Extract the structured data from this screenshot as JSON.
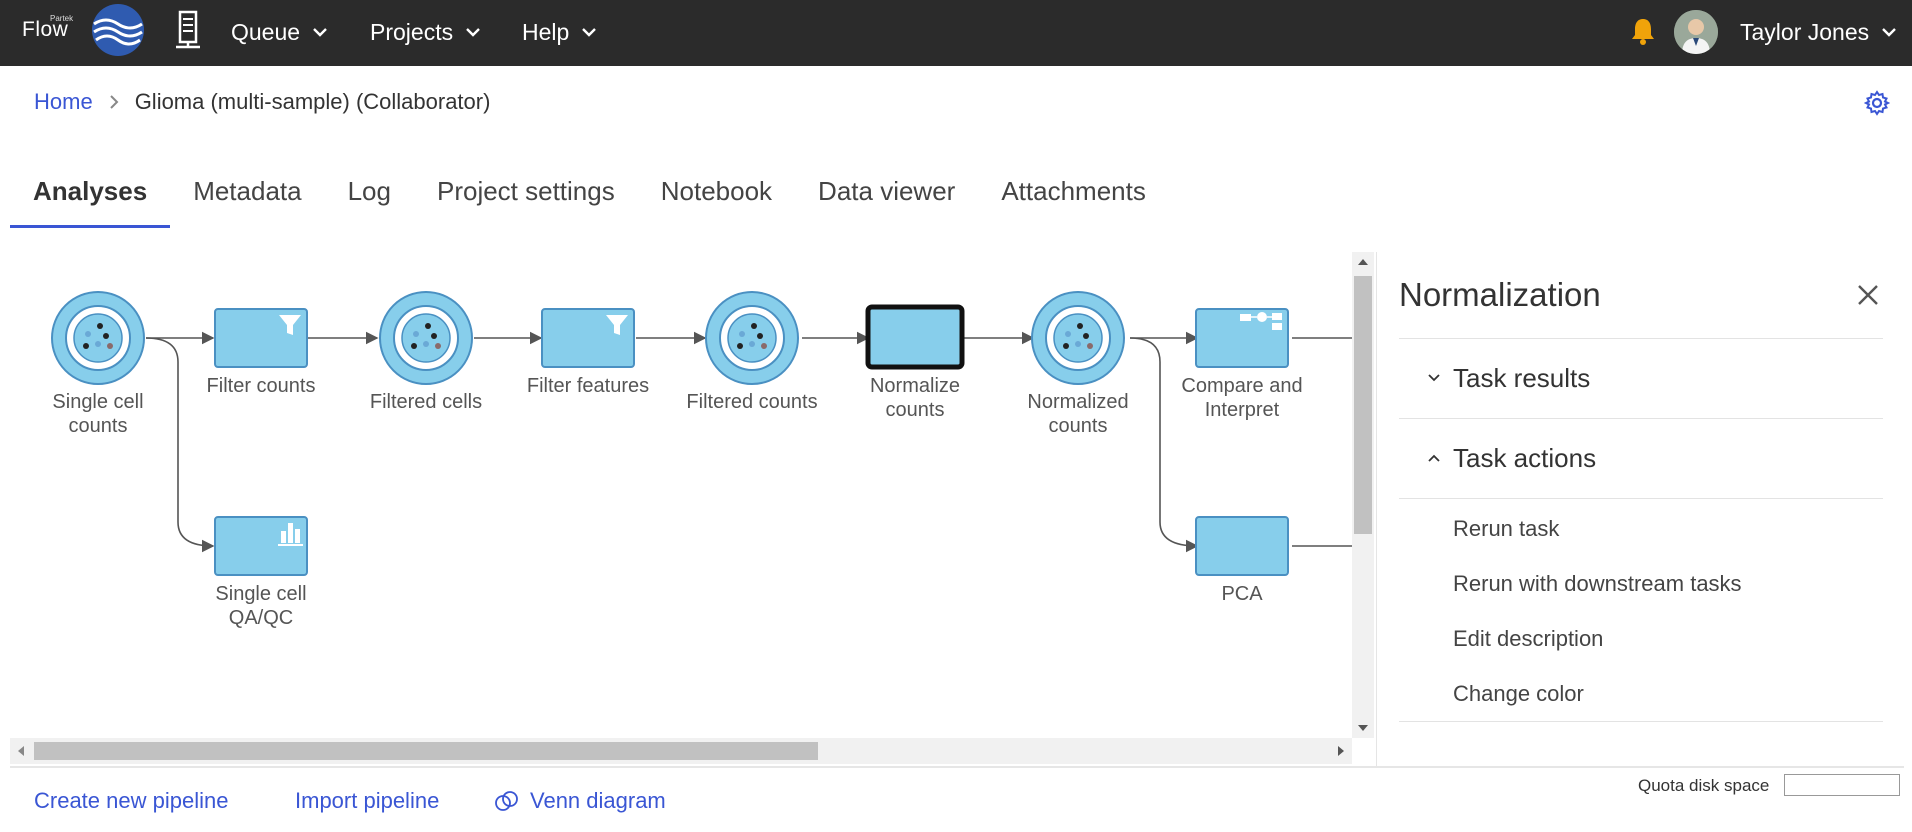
{
  "app": {
    "brand_small": "Partek",
    "brand": "Flow"
  },
  "nav": {
    "queue": "Queue",
    "projects": "Projects",
    "help": "Help",
    "user": "Taylor Jones"
  },
  "breadcrumb": {
    "home": "Home",
    "current": "Glioma (multi-sample) (Collaborator)"
  },
  "tabs": [
    {
      "label": "Analyses",
      "active": true
    },
    {
      "label": "Metadata"
    },
    {
      "label": "Log"
    },
    {
      "label": "Project settings"
    },
    {
      "label": "Notebook"
    },
    {
      "label": "Data viewer"
    },
    {
      "label": "Attachments"
    }
  ],
  "pipeline": {
    "nodes": [
      {
        "type": "data",
        "label_lines": [
          "Single cell",
          "counts"
        ]
      },
      {
        "type": "task",
        "icon": "filter-icon",
        "label_lines": [
          "Filter counts"
        ]
      },
      {
        "type": "data",
        "label_lines": [
          "Filtered cells"
        ]
      },
      {
        "type": "task",
        "icon": "filter-icon",
        "label_lines": [
          "Filter features"
        ]
      },
      {
        "type": "data",
        "label_lines": [
          "Filtered counts"
        ]
      },
      {
        "type": "task",
        "selected": true,
        "label_lines": [
          "Normalize",
          "counts"
        ]
      },
      {
        "type": "data",
        "label_lines": [
          "Normalized",
          "counts"
        ]
      },
      {
        "type": "task",
        "icon": "compare-icon",
        "label_lines": [
          "Compare and",
          "Interpret"
        ]
      },
      {
        "type": "task",
        "icon": "bar-chart-icon",
        "label_lines": [
          "Single cell",
          "QA/QC"
        ]
      },
      {
        "type": "task",
        "label_lines": [
          "PCA"
        ]
      }
    ],
    "colors": {
      "node_fill": "#87ceeb",
      "node_stroke": "#4a90c2",
      "edge": "#555555",
      "selected_border": "#111111"
    }
  },
  "panel": {
    "title": "Normalization",
    "sections": [
      {
        "label": "Task results",
        "expanded": false
      },
      {
        "label": "Task actions",
        "expanded": true
      }
    ],
    "actions": [
      "Rerun task",
      "Rerun with downstream tasks",
      "Edit description",
      "Change color"
    ]
  },
  "footer": {
    "create_pipeline": "Create new pipeline",
    "import_pipeline": "Import pipeline",
    "venn": "Venn diagram",
    "quota_label": "Quota disk space",
    "quota_fraction": 0
  },
  "colors": {
    "link": "#3a56d4",
    "topbar": "#2b2b2b",
    "bell": "#f0a30a"
  }
}
